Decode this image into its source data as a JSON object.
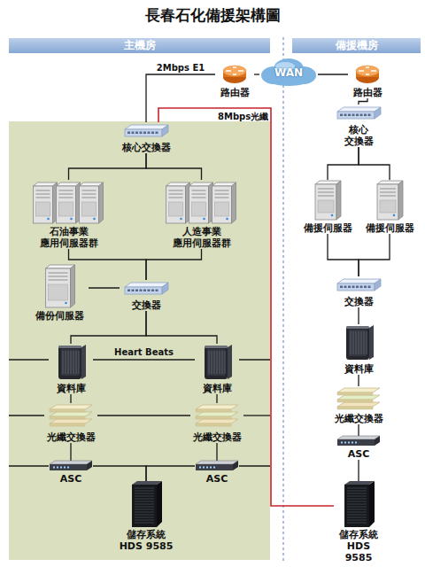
{
  "diagram": {
    "title": "長春石化備援架構圖",
    "nodes": [
      {
        "text": [
          "主機房"
        ]
      },
      {
        "text": [
          "備援機房"
        ]
      },
      {
        "text": [
          "路由器"
        ]
      },
      {
        "text": [
          "WAN"
        ]
      },
      {
        "text": [
          "路由器"
        ]
      },
      {
        "text": [
          "核心交換器"
        ]
      },
      {
        "text": [
          "石油事業 應用伺服器群"
        ]
      },
      {
        "text": [
          "人造事業 應用伺服器群"
        ]
      },
      {
        "text": [
          "備份伺服器"
        ]
      },
      {
        "text": [
          "交換器"
        ]
      },
      {
        "text": [
          "資料庫"
        ]
      },
      {
        "text": [
          "資料庫"
        ]
      },
      {
        "text": [
          "光纖交換器"
        ]
      },
      {
        "text": [
          "光纖交換器"
        ]
      },
      {
        "text": [
          "ASC"
        ]
      },
      {
        "text": [
          "ASC"
        ]
      },
      {
        "text": [
          "儲存系統 HDS 9585"
        ]
      },
      {
        "text": [
          "核心 交換器"
        ]
      },
      {
        "text": [
          "備援伺服器"
        ]
      },
      {
        "text": [
          "備援伺服器"
        ]
      },
      {
        "text": [
          "交換器"
        ]
      },
      {
        "text": [
          "資料庫"
        ]
      },
      {
        "text": [
          "光纖交換器"
        ]
      },
      {
        "text": [
          "ASC"
        ]
      },
      {
        "text": [
          "儲存系統 HDS 9585"
        ]
      }
    ],
    "edges": [
      {
        "from": 5,
        "to": 2,
        "arrow": "none",
        "label": "2Mbps E1"
      },
      {
        "from": 2,
        "to": 3,
        "arrow": "none"
      },
      {
        "from": 3,
        "to": 4,
        "arrow": "none"
      },
      {
        "from": 4,
        "to": 17,
        "arrow": "none"
      },
      {
        "from": 5,
        "to": 24,
        "arrow": "none",
        "label": "8Mbps光纖"
      },
      {
        "from": 5,
        "to": 6,
        "arrow": "none"
      },
      {
        "from": 5,
        "to": 7,
        "arrow": "none"
      },
      {
        "from": 6,
        "to": 9,
        "arrow": "none"
      },
      {
        "from": 7,
        "to": 9,
        "arrow": "none"
      },
      {
        "from": 8,
        "to": 9,
        "arrow": "none"
      },
      {
        "from": 9,
        "to": 10,
        "arrow": "none"
      },
      {
        "from": 9,
        "to": 11,
        "arrow": "none"
      },
      {
        "from": 10,
        "to": 11,
        "arrow": "none",
        "label": "Heart Beats"
      },
      {
        "from": 10,
        "to": 12,
        "arrow": "none"
      },
      {
        "from": 11,
        "to": 13,
        "arrow": "none"
      },
      {
        "from": 12,
        "to": 13,
        "arrow": "none"
      },
      {
        "from": 12,
        "to": 14,
        "arrow": "none"
      },
      {
        "from": 13,
        "to": 15,
        "arrow": "none"
      },
      {
        "from": 14,
        "to": 16,
        "arrow": "none"
      },
      {
        "from": 15,
        "to": 16,
        "arrow": "none"
      },
      {
        "from": 17,
        "to": 18,
        "arrow": "none"
      },
      {
        "from": 17,
        "to": 19,
        "arrow": "none"
      },
      {
        "from": 18,
        "to": 20,
        "arrow": "none"
      },
      {
        "from": 19,
        "to": 20,
        "arrow": "none"
      },
      {
        "from": 20,
        "to": 21,
        "arrow": "none"
      },
      {
        "from": 21,
        "to": 22,
        "arrow": "none"
      },
      {
        "from": 22,
        "to": 23,
        "arrow": "none"
      },
      {
        "from": 23,
        "to": 24,
        "arrow": "none"
      }
    ]
  }
}
